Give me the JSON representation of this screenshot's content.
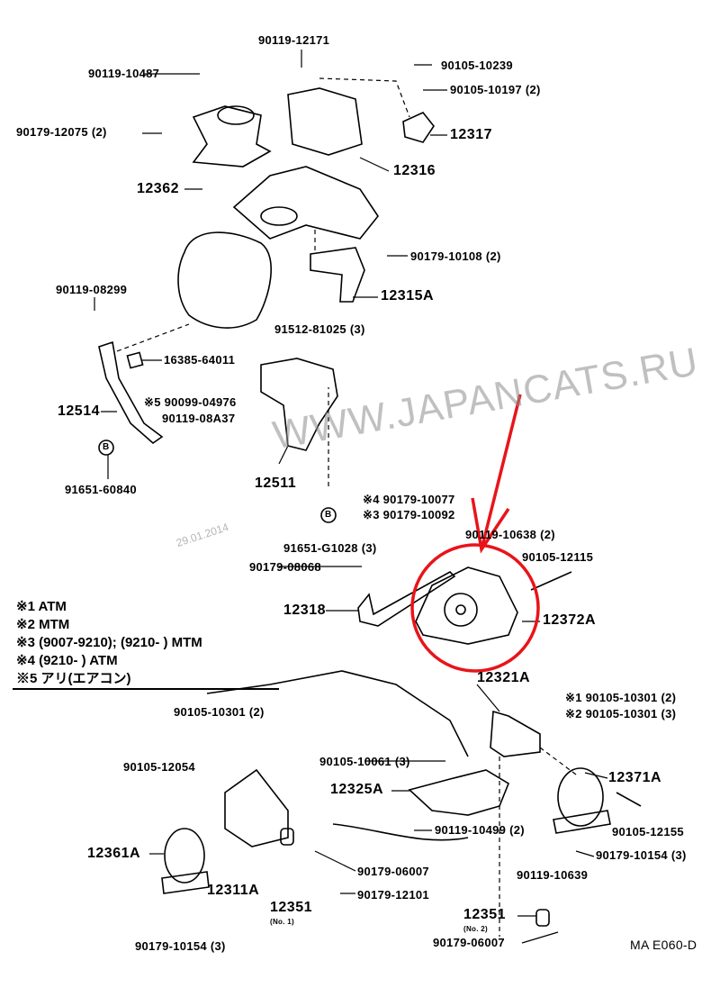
{
  "diagram": {
    "code": "MA E060-D",
    "watermark": "WWW.JAPANCATS.RU",
    "date_stamp": "29.01.2014",
    "highlight_color": "#e8141a",
    "labels": {
      "p90119_12171": "90119-12171",
      "p90119_10487": "90119-10487",
      "p90105_10239": "90105-10239",
      "p90105_10197": "90105-10197 (2)",
      "p90179_12075": "90179-12075 (2)",
      "p12317": "12317",
      "p12362": "12362",
      "p12316": "12316",
      "p90179_10108": "90179-10108 (2)",
      "p90119_08299": "90119-08299",
      "p12315A": "12315A",
      "p91512_81025": "91512-81025 (3)",
      "p16385_64011": "16385-64011",
      "p90099_04976": "※5 90099-04976",
      "p90119_08A37": "90119-08A37",
      "p12514": "12514",
      "p12511": "12511",
      "p91651_60840": "91651-60840",
      "p90179_10077": "※4 90179-10077",
      "p90179_10092": "※3 90179-10092",
      "p90119_10638": "90119-10638 (2)",
      "p90105_12115": "90105-12115",
      "p91651_G1028": "91651-G1028 (3)",
      "p90179_08068": "90179-08068",
      "p12318": "12318",
      "p12372A": "12372A",
      "p12321A": "12321A",
      "p90105_10301_1": "※1 90105-10301 (2)",
      "p90105_10301_2": "※2 90105-10301 (3)",
      "p90105_10301_left": "90105-10301 (2)",
      "p90105_10061": "90105-10061 (3)",
      "p90105_12054": "90105-12054",
      "p12371A": "12371A",
      "p12325A": "12325A",
      "p90119_10499": "90119-10499 (2)",
      "p90105_12155": "90105-12155",
      "p12361A": "12361A",
      "p90179_10154_right": "90179-10154 (3)",
      "p90179_06007_mid": "90179-06007",
      "p90119_10639": "90119-10639",
      "p12311A": "12311A",
      "p12351_no1": "12351",
      "no1": "(No. 1)",
      "p90179_12101": "90179-12101",
      "p12351_no2": "12351",
      "no2": "(No. 2)",
      "p90179_06007_bottom": "90179-06007",
      "p90179_10154_left": "90179-10154 (3)",
      "marker_b1": "B",
      "marker_b2": "B"
    },
    "legend": [
      "※1 ATM",
      "※2 MTM",
      "※3 (9007-9210); (9210-        ) MTM",
      "※4 (9210-        ) ATM",
      "※5 アリ(エアコン)"
    ]
  }
}
